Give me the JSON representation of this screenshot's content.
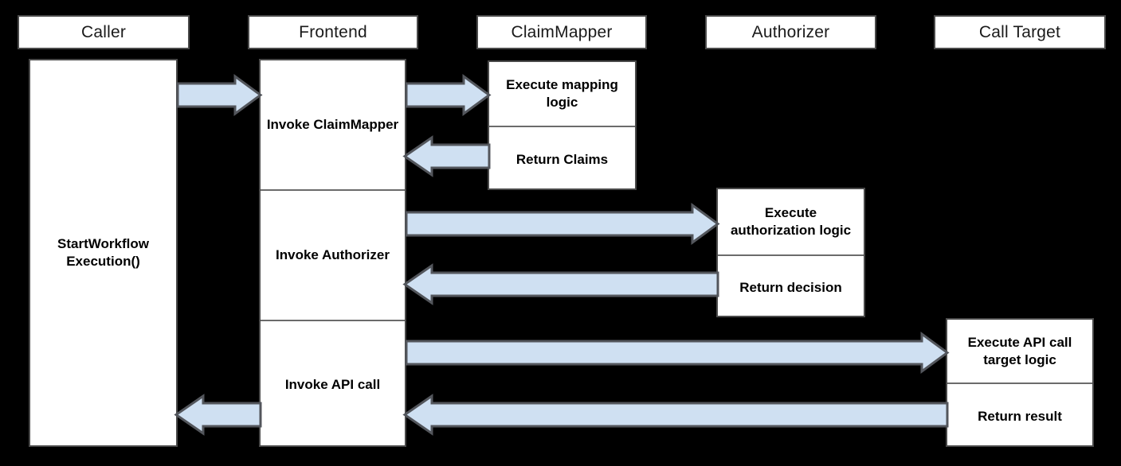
{
  "diagram": {
    "type": "sequence-diagram",
    "background_color": "#000000",
    "box_fill_color": "#ffffff",
    "box_border_color": "#4a4a4a",
    "arrow_fill_color": "#cfe0f2",
    "arrow_border_color": "#53565c",
    "participants": [
      {
        "id": "caller",
        "label": "Caller"
      },
      {
        "id": "frontend",
        "label": "Frontend"
      },
      {
        "id": "claimmapper",
        "label": "ClaimMapper"
      },
      {
        "id": "authorizer",
        "label": "Authorizer"
      },
      {
        "id": "calltarget",
        "label": "Call Target"
      }
    ],
    "activations": {
      "caller": {
        "segments": [
          "StartWorkflow Execution()"
        ]
      },
      "frontend": {
        "segments": [
          "Invoke ClaimMapper",
          "Invoke Authorizer",
          "Invoke API call"
        ]
      },
      "claimmapper": {
        "segments": [
          "Execute mapping logic",
          "Return Claims"
        ]
      },
      "authorizer": {
        "segments": [
          "Execute authorization logic",
          "Return decision"
        ]
      },
      "calltarget": {
        "segments": [
          "Execute API call target logic",
          "Return result"
        ]
      }
    },
    "messages": [
      {
        "id": "m1",
        "from": "caller",
        "to": "frontend",
        "direction": "right",
        "label": ""
      },
      {
        "id": "m2",
        "from": "frontend",
        "to": "claimmapper",
        "direction": "right",
        "label": ""
      },
      {
        "id": "m3",
        "from": "claimmapper",
        "to": "frontend",
        "direction": "left",
        "label": ""
      },
      {
        "id": "m4",
        "from": "frontend",
        "to": "authorizer",
        "direction": "right",
        "label": ""
      },
      {
        "id": "m5",
        "from": "authorizer",
        "to": "frontend",
        "direction": "left",
        "label": ""
      },
      {
        "id": "m6",
        "from": "frontend",
        "to": "calltarget",
        "direction": "right",
        "label": ""
      },
      {
        "id": "m7",
        "from": "calltarget",
        "to": "frontend",
        "direction": "left",
        "label": ""
      },
      {
        "id": "m8",
        "from": "frontend",
        "to": "caller",
        "direction": "left",
        "label": ""
      }
    ]
  }
}
